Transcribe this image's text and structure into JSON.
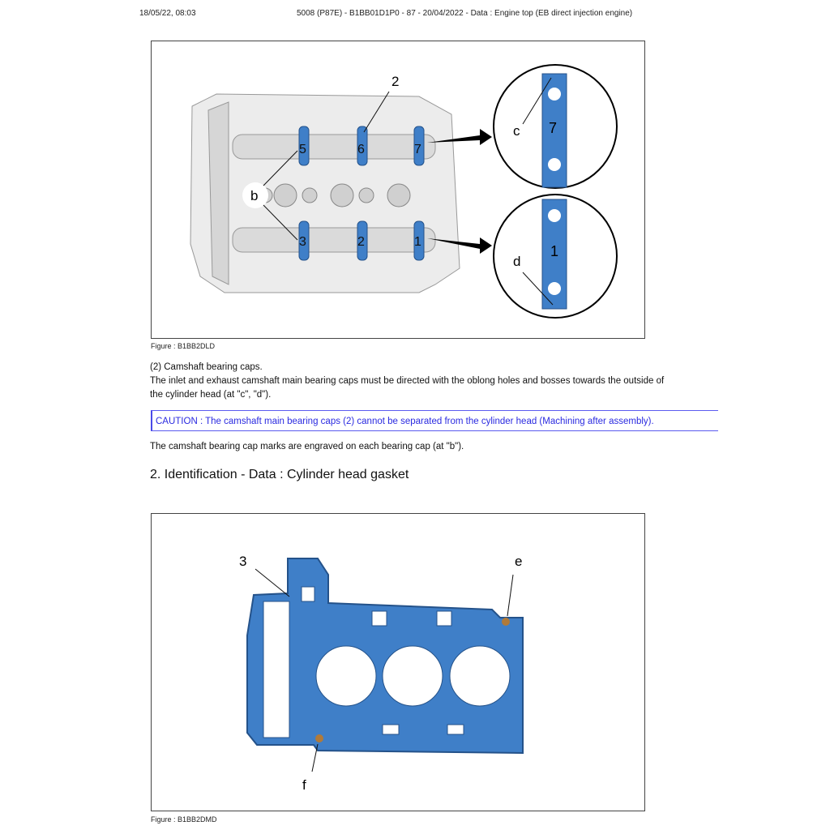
{
  "header": {
    "datetime": "18/05/22, 08:03",
    "title": "5008 (P87E) - B1BB01D1P0 - 87 - 20/04/2022 - Data : Engine top (EB direct injection engine)"
  },
  "figure1": {
    "caption": "Figure : B1BB2DLD",
    "labels": {
      "two": "2",
      "b": "b",
      "c": "c",
      "d": "d",
      "cap5": "5",
      "cap6": "6",
      "cap7": "7",
      "cap3": "3",
      "cap2": "2",
      "cap1": "1",
      "zoom7": "7",
      "zoom1": "1"
    }
  },
  "text": {
    "subheading": "(2) Camshaft bearing caps.",
    "line1": "The inlet and exhaust camshaft main bearing caps must be directed with the oblong holes and bosses towards the outside of",
    "line2": "the cylinder head (at \"c\", \"d\").",
    "caution": "CAUTION : The camshaft main bearing caps (2) cannot be separated from the cylinder head (Machining after assembly).",
    "marks": "The camshaft bearing cap marks are engraved on each bearing cap (at \"b\")."
  },
  "section": {
    "heading": "2. Identification - Data : Cylinder head gasket"
  },
  "figure2": {
    "caption": "Figure : B1BB2DMD",
    "labels": {
      "three": "3",
      "e": "e",
      "f": "f"
    }
  },
  "colors": {
    "part_blue": "#3f7fc8",
    "caution_blue": "#2a2ae0",
    "marker_brown": "#b07a3a"
  }
}
